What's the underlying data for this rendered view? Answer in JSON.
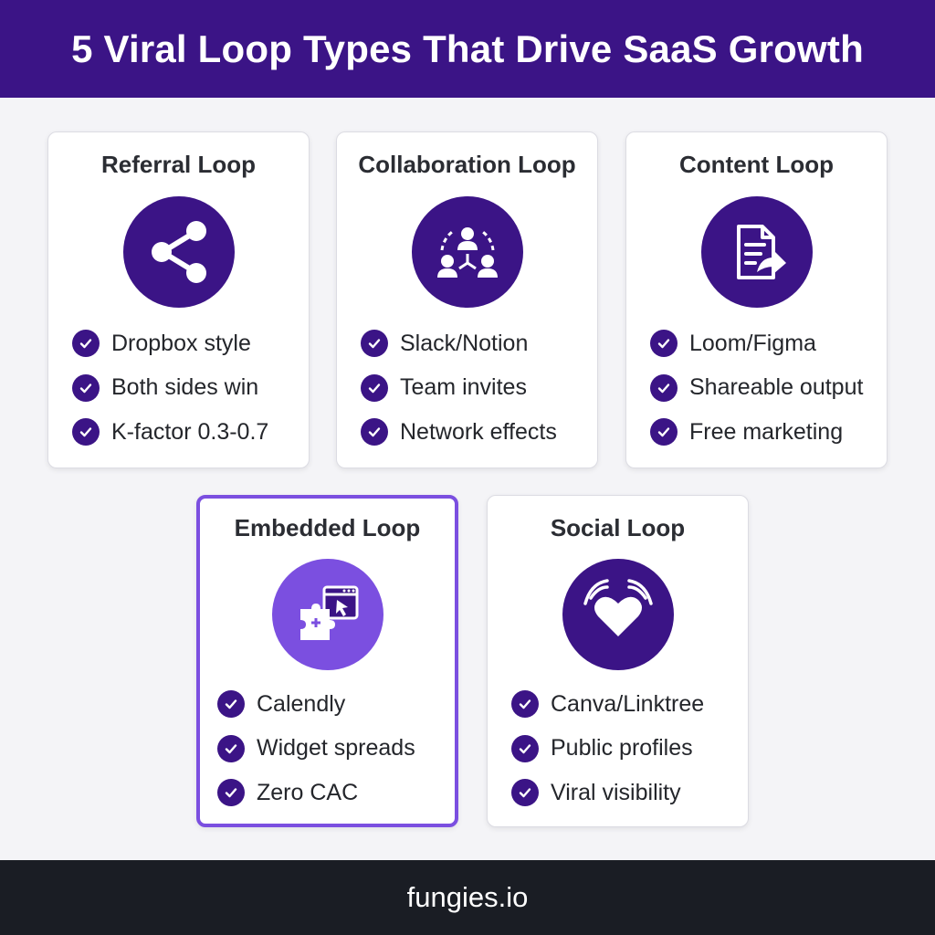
{
  "header": {
    "title": "5 Viral Loop Types That Drive SaaS Growth"
  },
  "cards": [
    {
      "title": "Referral Loop",
      "icon": "share-icon",
      "items": [
        "Dropbox style",
        "Both sides win",
        "K-factor 0.3-0.7"
      ]
    },
    {
      "title": "Collaboration Loop",
      "icon": "team-network-icon",
      "items": [
        "Slack/Notion",
        "Team invites",
        "Network effects"
      ]
    },
    {
      "title": "Content Loop",
      "icon": "document-share-icon",
      "items": [
        "Loom/Figma",
        "Shareable output",
        "Free marketing"
      ]
    },
    {
      "title": "Embedded Loop",
      "icon": "puzzle-window-icon",
      "items": [
        "Calendly",
        "Widget spreads",
        "Zero CAC"
      ]
    },
    {
      "title": "Social Loop",
      "icon": "heart-broadcast-icon",
      "items": [
        "Canva/Linktree",
        "Public profiles",
        "Viral visibility"
      ]
    }
  ],
  "footer": {
    "brand": "fungies.io"
  },
  "colors": {
    "primary": "#3b1486",
    "accent": "#7b4fe0",
    "footer": "#1a1d24",
    "background": "#f4f4f7"
  }
}
